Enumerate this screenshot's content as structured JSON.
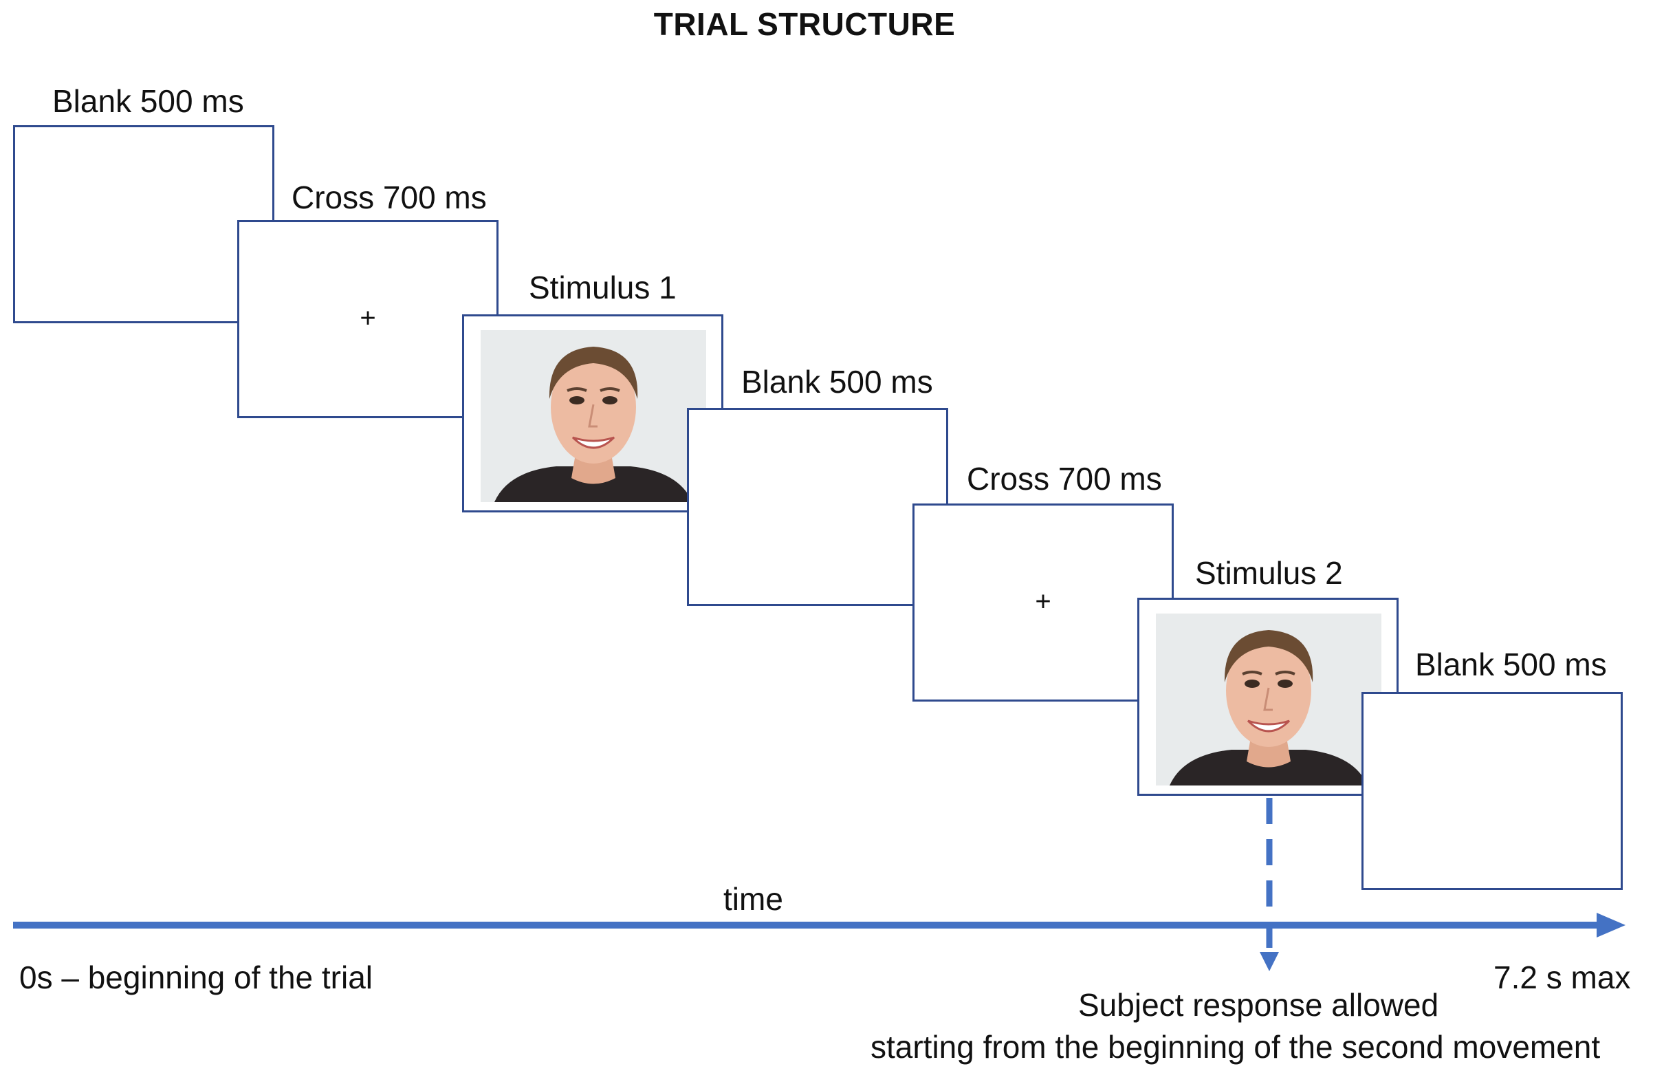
{
  "title": "TRIAL STRUCTURE",
  "frames": [
    {
      "label": "Blank 500 ms",
      "content": "blank"
    },
    {
      "label": "Cross 700 ms",
      "content": "cross",
      "symbol": "+"
    },
    {
      "label": "Stimulus 1",
      "content": "face-photo"
    },
    {
      "label": "Blank 500 ms",
      "content": "blank"
    },
    {
      "label": "Cross 700 ms",
      "content": "cross",
      "symbol": "+"
    },
    {
      "label": "Stimulus 2",
      "content": "face-photo"
    },
    {
      "label": "Blank 500 ms",
      "content": "blank"
    }
  ],
  "timeline": {
    "axis_label": "time",
    "start_label": "0s – beginning of the trial",
    "end_label": "7.2 s max",
    "color": "#4472c4"
  },
  "response": {
    "line1": "Subject response allowed",
    "line2": "starting from the beginning of the second movement"
  },
  "colors": {
    "frame_border": "#2f4a8e",
    "arrow": "#4472c4"
  }
}
